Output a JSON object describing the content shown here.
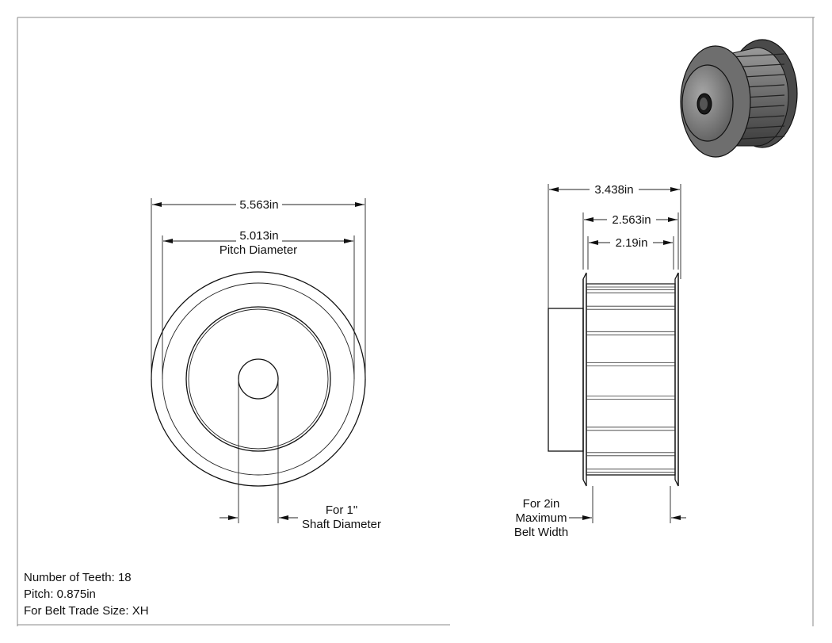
{
  "dimensions": {
    "outer_diameter": "5.563in",
    "pitch_diameter_value": "5.013in",
    "pitch_diameter_label": "Pitch Diameter",
    "shaft_line1": "For 1\"",
    "shaft_line2": "Shaft Diameter",
    "overall_length": "3.438in",
    "flange_width": "2.563in",
    "tooth_width": "2.19in",
    "belt_line1": "For 2in",
    "belt_line2": "Maximum",
    "belt_line3": "Belt Width"
  },
  "specs": {
    "teeth": "Number of Teeth: 18",
    "pitch": "Pitch: 0.875in",
    "belt_size": "For Belt Trade Size: XH"
  },
  "tooth_count": 18
}
